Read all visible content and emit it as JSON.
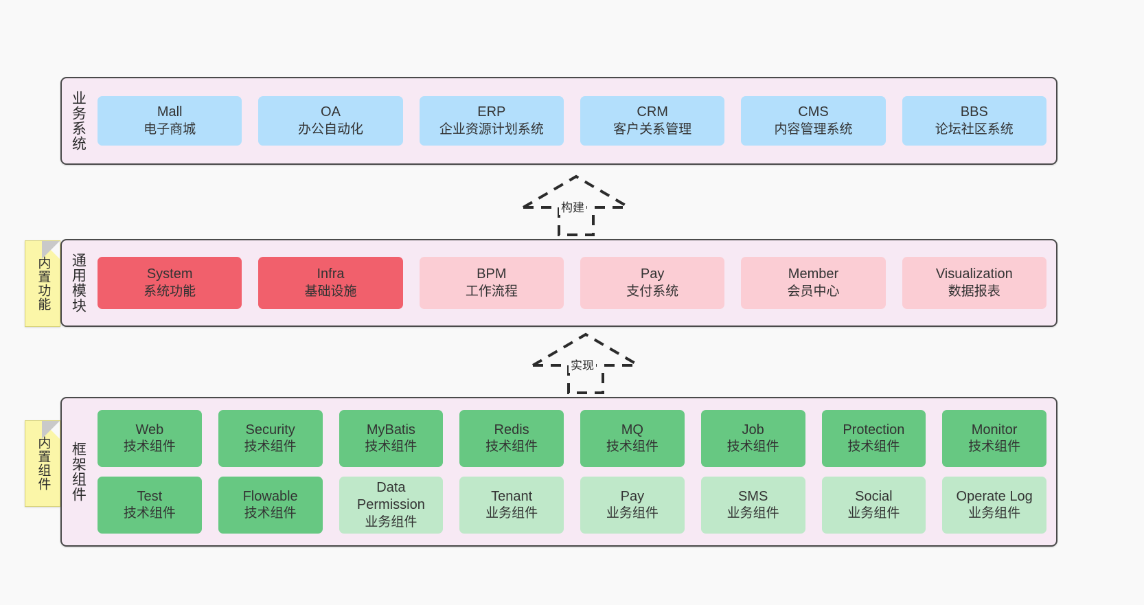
{
  "layers": [
    {
      "id": "business-system",
      "title": "业务系统",
      "rows": [
        {
          "cards": [
            {
              "name": "Mall",
              "cn": "电子商城",
              "style": "c-blue"
            },
            {
              "name": "OA",
              "cn": "办公自动化",
              "style": "c-blue"
            },
            {
              "name": "ERP",
              "cn": "企业资源计划系统",
              "style": "c-blue"
            },
            {
              "name": "CRM",
              "cn": "客户关系管理",
              "style": "c-blue"
            },
            {
              "name": "CMS",
              "cn": "内容管理系统",
              "style": "c-blue"
            },
            {
              "name": "BBS",
              "cn": "论坛社区系统",
              "style": "c-blue"
            }
          ]
        }
      ]
    },
    {
      "id": "common-module",
      "title": "通用模块",
      "rows": [
        {
          "cards": [
            {
              "name": "System",
              "cn": "系统功能",
              "style": "c-red"
            },
            {
              "name": "Infra",
              "cn": "基础设施",
              "style": "c-red"
            },
            {
              "name": "BPM",
              "cn": "工作流程",
              "style": "c-pink"
            },
            {
              "name": "Pay",
              "cn": "支付系统",
              "style": "c-pink"
            },
            {
              "name": "Member",
              "cn": "会员中心",
              "style": "c-pink"
            },
            {
              "name": "Visualization",
              "cn": "数据报表",
              "style": "c-pink"
            }
          ]
        }
      ]
    },
    {
      "id": "framework-component",
      "title": "框架组件",
      "rows": [
        {
          "cards": [
            {
              "name": "Web",
              "cn": "技术组件",
              "style": "c-green"
            },
            {
              "name": "Security",
              "cn": "技术组件",
              "style": "c-green"
            },
            {
              "name": "MyBatis",
              "cn": "技术组件",
              "style": "c-green"
            },
            {
              "name": "Redis",
              "cn": "技术组件",
              "style": "c-green"
            },
            {
              "name": "MQ",
              "cn": "技术组件",
              "style": "c-green"
            },
            {
              "name": "Job",
              "cn": "技术组件",
              "style": "c-green"
            },
            {
              "name": "Protection",
              "cn": "技术组件",
              "style": "c-green"
            },
            {
              "name": "Monitor",
              "cn": "技术组件",
              "style": "c-green"
            }
          ]
        },
        {
          "cards": [
            {
              "name": "Test",
              "cn": "技术组件",
              "style": "c-green"
            },
            {
              "name": "Flowable",
              "cn": "技术组件",
              "style": "c-green"
            },
            {
              "name": "Data Permission",
              "cn": "业务组件",
              "style": "c-lightgreen"
            },
            {
              "name": "Tenant",
              "cn": "业务组件",
              "style": "c-lightgreen"
            },
            {
              "name": "Pay",
              "cn": "业务组件",
              "style": "c-lightgreen"
            },
            {
              "name": "SMS",
              "cn": "业务组件",
              "style": "c-lightgreen"
            },
            {
              "name": "Social",
              "cn": "业务组件",
              "style": "c-lightgreen"
            },
            {
              "name": "Operate Log",
              "cn": "业务组件",
              "style": "c-lightgreen"
            }
          ]
        }
      ]
    }
  ],
  "notes": [
    {
      "id": "builtin-feature",
      "text": "内置功能"
    },
    {
      "id": "builtin-component",
      "text": "内置组件"
    }
  ],
  "connectors": [
    {
      "id": "build",
      "label": "构建"
    },
    {
      "id": "impl",
      "label": "实现"
    }
  ],
  "colors": {
    "page_background": "#f9f9f9",
    "layer_background": "#f7e9f4",
    "layer_border": "#4a4a4a",
    "blue": "#b3dffc",
    "red": "#f1606c",
    "pink": "#fbcdd4",
    "green": "#67c882",
    "light_green": "#bfe8c9",
    "note_yellow": "#fbf6a8",
    "note_fold": "#c9c9c9",
    "text": "#333333"
  }
}
